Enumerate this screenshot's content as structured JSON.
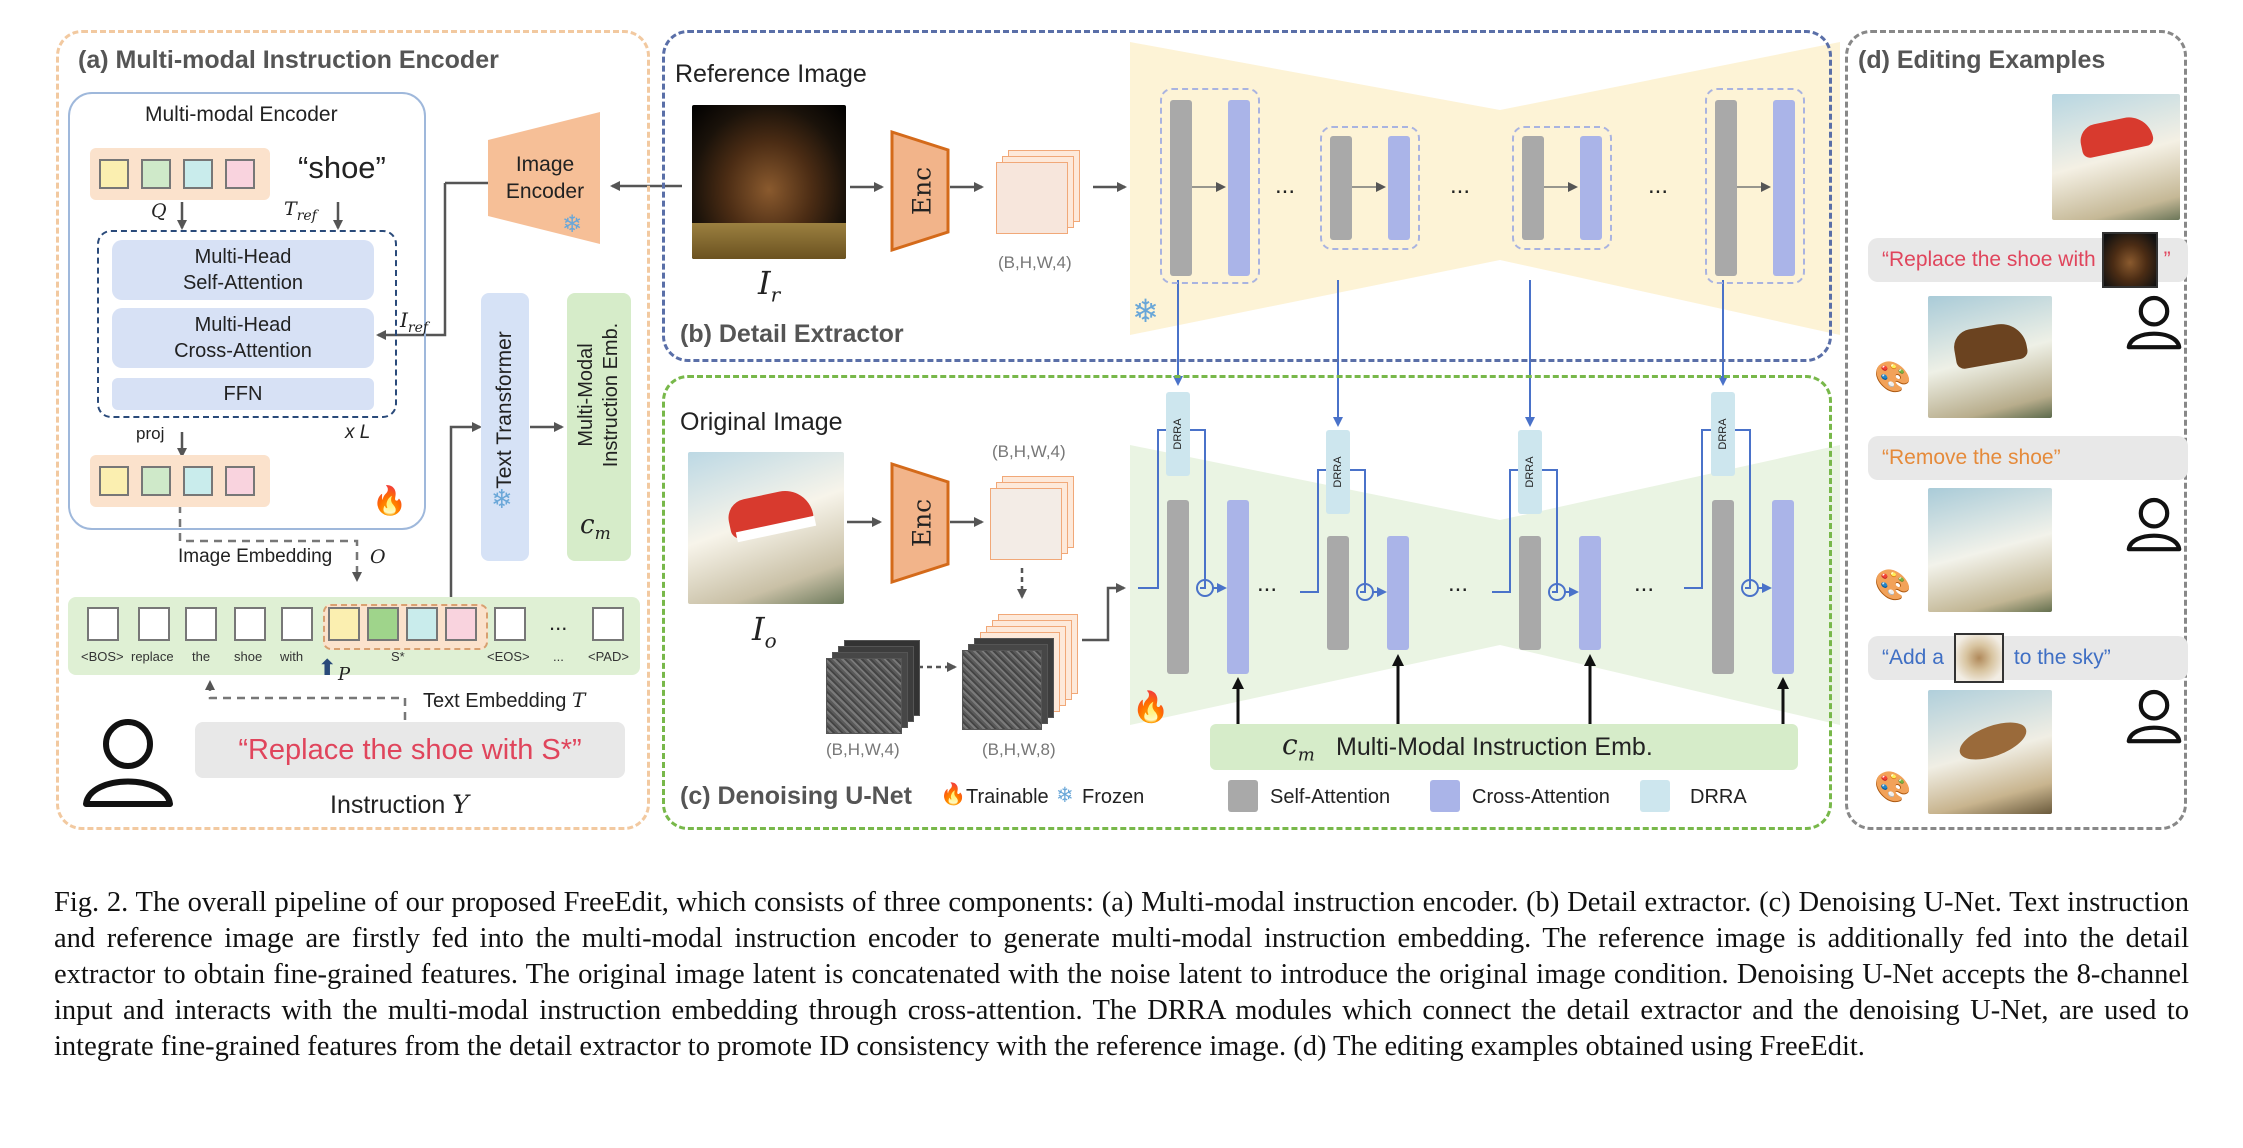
{
  "panel_a": {
    "title": "(a) Multi-modal Instruction Encoder",
    "encoder_title": "Multi-modal Encoder",
    "word": "“shoe”",
    "q": "Q",
    "tref": "T",
    "tref_sub": "ref",
    "self_attn": "Multi-Head\nSelf-Attention",
    "cross_attn": "Multi-Head\nCross-Attention",
    "ffn": "FFN",
    "xl": "x L",
    "proj": "proj",
    "image_encoder": "Image\nEncoder",
    "iref": "I",
    "iref_sub": "ref",
    "image_embedding": "Image Embedding",
    "o": "O",
    "text_transformer": "Text Transformer",
    "mm_emb": "Multi-Modal\nInstruction Emb.",
    "cm": "c",
    "cm_sub": "m",
    "tokens": [
      "<BOS>",
      "replace",
      "the",
      "shoe",
      "with",
      "S*",
      "<EOS>",
      "...",
      "<PAD>"
    ],
    "p": "P",
    "text_embedding": "Text Embedding",
    "t": "T",
    "instruction": "“Replace the  shoe with S*”",
    "instruction_label": "Instruction",
    "y": "Y"
  },
  "panel_b": {
    "title": "(b) Detail Extractor",
    "reference_image": "Reference Image",
    "ir": "I",
    "ir_sub": "r",
    "enc": "Enc",
    "dims": "(B,H,W,4)",
    "dots": "..."
  },
  "panel_c": {
    "title": "(c) Denoising U-Net",
    "original_image": "Original Image",
    "io": "I",
    "io_sub": "o",
    "enc": "Enc",
    "dims_top": "(B,H,W,4)",
    "dims_noise": "(B,H,W,4)",
    "dims_concat": "(B,H,W,8)",
    "drra": "DRRA",
    "dots": "...",
    "cm": "c",
    "cm_sub": "m",
    "mm_emb_bar": "Multi-Modal Instruction Emb.",
    "legend": {
      "trainable": "Trainable",
      "frozen": "Frozen",
      "self_attention": "Self-Attention",
      "cross_attention": "Cross-Attention",
      "drra": "DRRA"
    }
  },
  "panel_d": {
    "title": "(d) Editing Examples",
    "ex1_a": "“Replace the  shoe with",
    "ex1_b": "”",
    "ex2": "“Remove the shoe”",
    "ex3_a": "“Add a",
    "ex3_b": "to the sky”"
  },
  "caption": "Fig. 2.  The overall pipeline of our proposed FreeEdit, which consists of three components: (a) Multi-modal instruction encoder. (b) Detail extractor. (c) Denoising U-Net. Text instruction and reference image are firstly fed into the multi-modal instruction encoder to generate multi-modal instruction embedding. The reference image is additionally fed into the detail extractor to obtain fine-grained features. The original image latent is concatenated with the noise latent to introduce the original image condition. Denoising U-Net accepts the 8-channel input and interacts with the multi-modal instruction embedding through cross-attention. The DRRA modules which connect the detail extractor and the denoising U-Net, are used to integrate fine-grained features from the detail extractor to promote ID consistency with the reference image. (d) The editing examples obtained using FreeEdit.",
  "colors": {
    "panel_a": "#f2c9a0",
    "panel_b": "#5a6fa8",
    "panel_c": "#78b84a",
    "panel_d": "#888888",
    "self_attention": "#a9a9a9",
    "cross_attention": "#aab4e8",
    "drra": "#cde6ee",
    "enc": "#f2b48a",
    "red_text": "#e0455c",
    "orange_text": "#e58a3a",
    "blue_text": "#3f6fc4"
  }
}
